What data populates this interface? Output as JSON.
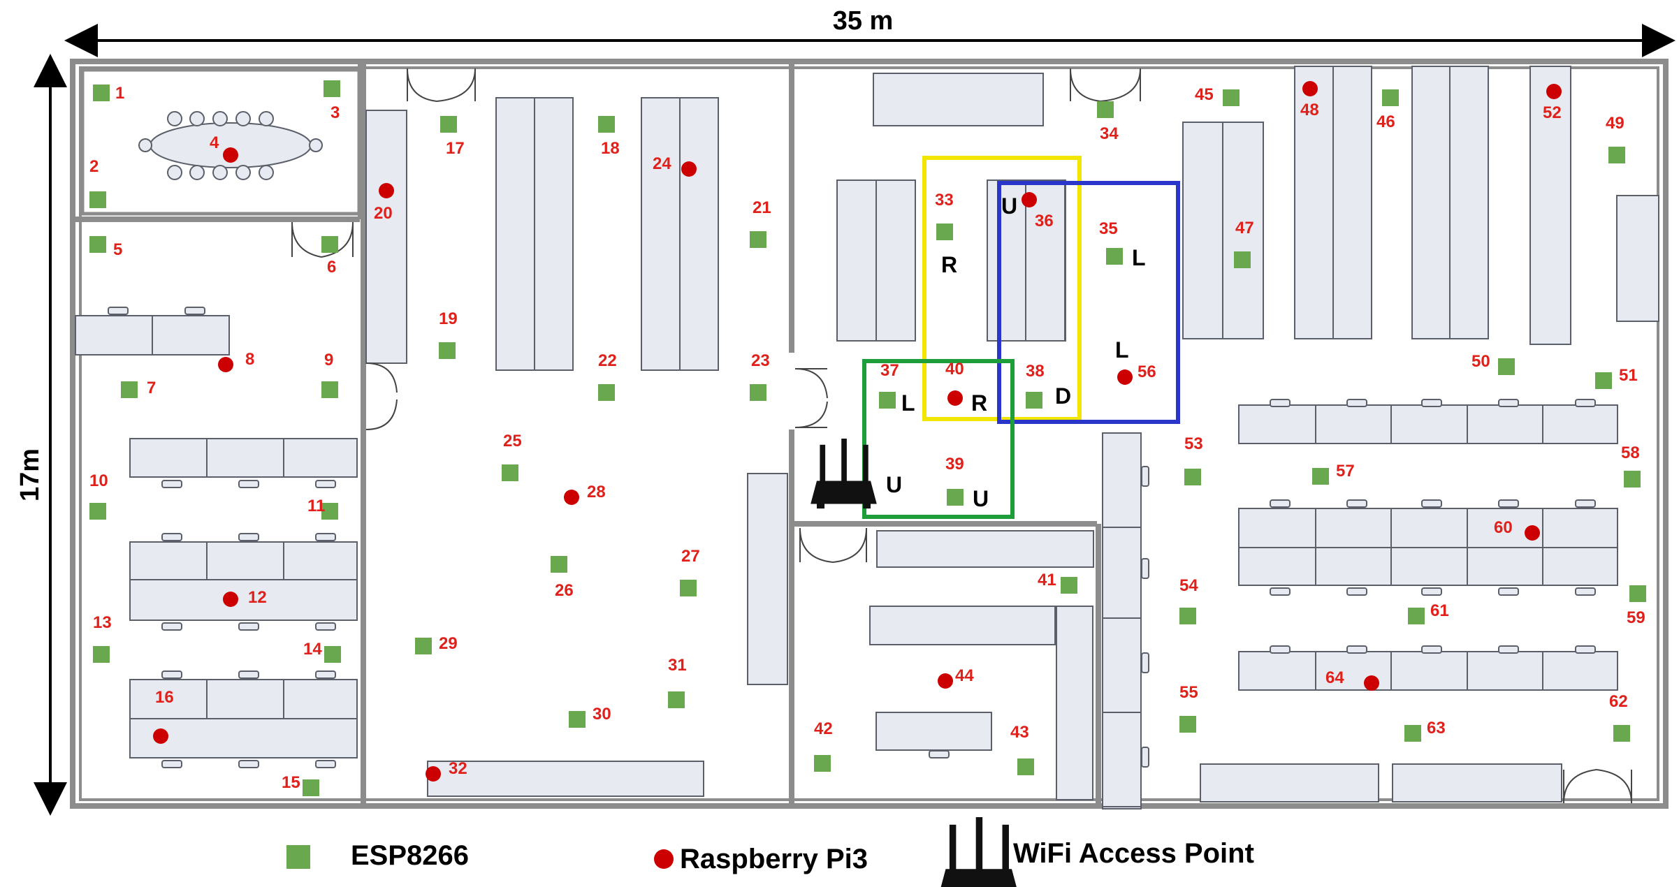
{
  "dimensions": {
    "width_label": "35 m",
    "height_label": "17m"
  },
  "node_labels": [
    "1",
    "2",
    "3",
    "4",
    "5",
    "6",
    "7",
    "8",
    "9",
    "10",
    "11",
    "12",
    "13",
    "14",
    "15",
    "16",
    "17",
    "18",
    "19",
    "20",
    "21",
    "22",
    "23",
    "24",
    "25",
    "26",
    "27",
    "28",
    "29",
    "30",
    "31",
    "32",
    "33",
    "34",
    "35",
    "36",
    "37",
    "38",
    "39",
    "40",
    "41",
    "42",
    "43",
    "44",
    "45",
    "46",
    "47",
    "48",
    "49",
    "50",
    "51",
    "52",
    "53",
    "54",
    "55",
    "56",
    "57",
    "58",
    "59",
    "60",
    "61",
    "62",
    "63",
    "64"
  ],
  "zone_letters": [
    "U",
    "R",
    "L",
    "L",
    "L",
    "R",
    "D",
    "U",
    "U"
  ],
  "legend": {
    "esp": "ESP8266",
    "rpi": "Raspberry Pi3",
    "ap": "WiFi Access Point"
  },
  "colors": {
    "esp": "#6aa84f",
    "rpi": "#cc0000",
    "label": "#e0201b",
    "wall": "#8c8c8c",
    "furniture": "#e7eaf0",
    "yellow_zone": "#f2e600",
    "blue_zone": "#2a35c9",
    "green_zone": "#1e9e3a"
  }
}
